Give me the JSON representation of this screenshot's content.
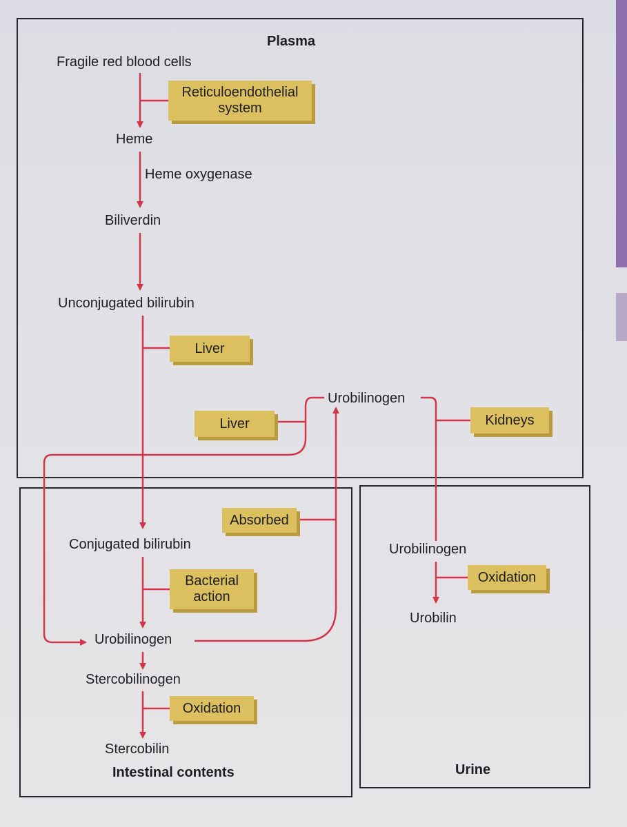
{
  "regions": {
    "plasma": "Plasma",
    "intestinal": "Intestinal contents",
    "urine": "Urine"
  },
  "nodes": {
    "fragile_rbc": "Fragile red blood cells",
    "heme": "Heme",
    "heme_oxygenase": "Heme oxygenase",
    "biliverdin": "Biliverdin",
    "unconjugated_bilirubin": "Unconjugated bilirubin",
    "urobilinogen_plasma": "Urobilinogen",
    "conjugated_bilirubin": "Conjugated bilirubin",
    "urobilinogen_intestine": "Urobilinogen",
    "stercobilinogen": "Stercobilinogen",
    "stercobilin": "Stercobilin",
    "urobilinogen_urine": "Urobilinogen",
    "urobilin": "Urobilin"
  },
  "tags": {
    "reticuloendothelial_line1": "Reticuloendothelial",
    "reticuloendothelial_line2": "system",
    "liver_1": "Liver",
    "liver_2": "Liver",
    "kidneys": "Kidneys",
    "absorbed": "Absorbed",
    "bacterial_line1": "Bacterial",
    "bacterial_line2": "action",
    "oxidation_intestine": "Oxidation",
    "oxidation_urine": "Oxidation"
  },
  "colors": {
    "arrow": "#d0354a",
    "tag_fill": "#dcc060",
    "tag_shadow": "#b89c3f",
    "border": "#26262c",
    "side_tab": "#8d6fae"
  }
}
